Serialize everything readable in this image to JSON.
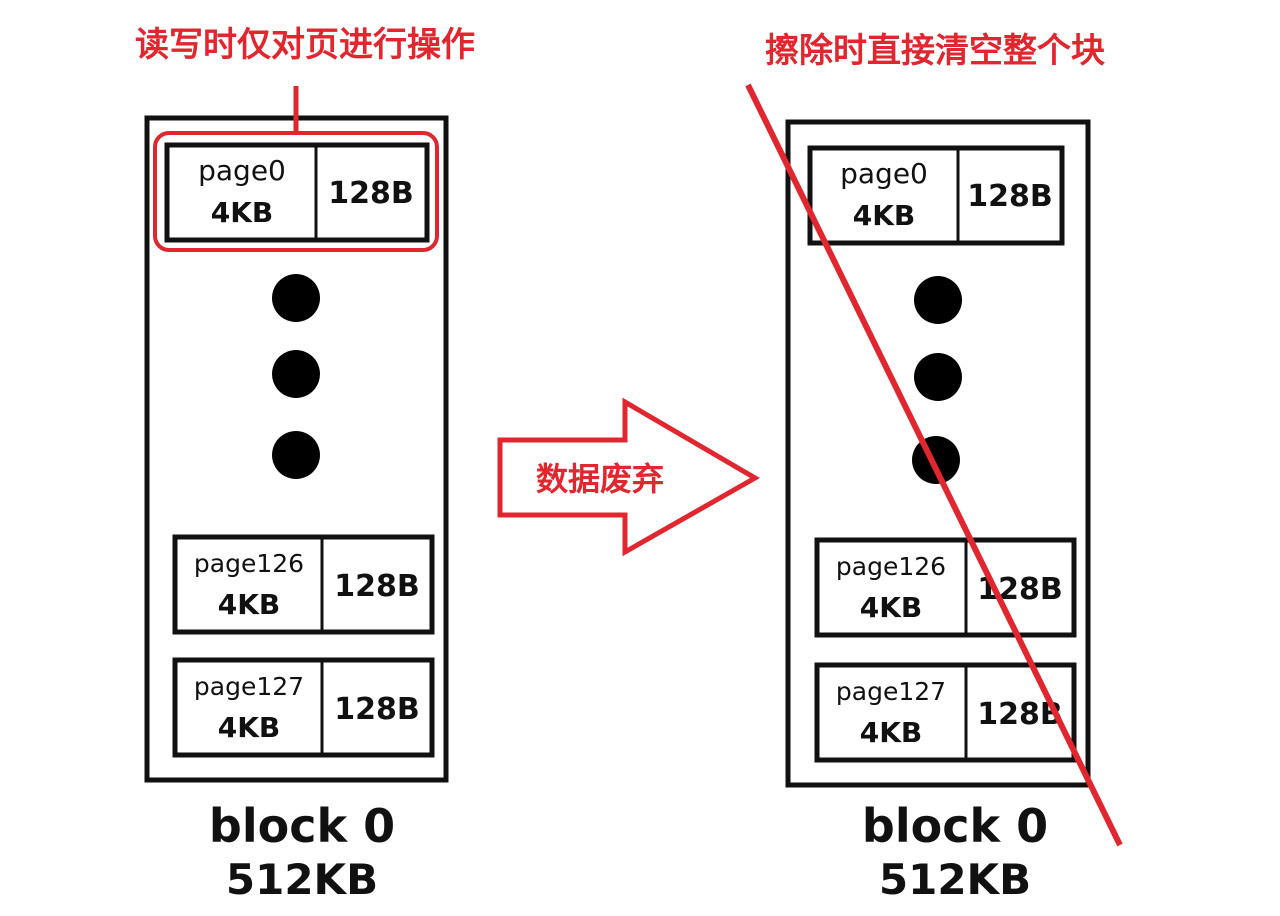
{
  "annotations": {
    "left_note": "读写时仅对页进行操作",
    "right_note": "擦除时直接清空整个块",
    "arrow_label": "数据废弃"
  },
  "left_block": {
    "pages": [
      {
        "name": "page0",
        "size": "4KB",
        "oob": "128B"
      },
      {
        "name": "page126",
        "size": "4KB",
        "oob": "128B"
      },
      {
        "name": "page127",
        "size": "4KB",
        "oob": "128B"
      }
    ],
    "label": "block 0",
    "size": "512KB"
  },
  "right_block": {
    "pages": [
      {
        "name": "page0",
        "size": "4KB",
        "oob": "128B"
      },
      {
        "name": "page126",
        "size": "4KB",
        "oob": "128B"
      },
      {
        "name": "page127",
        "size": "4KB",
        "oob": "128B"
      }
    ],
    "label": "block 0",
    "size": "512KB"
  },
  "colors": {
    "accent": "#e0262e",
    "ink": "#111111"
  }
}
